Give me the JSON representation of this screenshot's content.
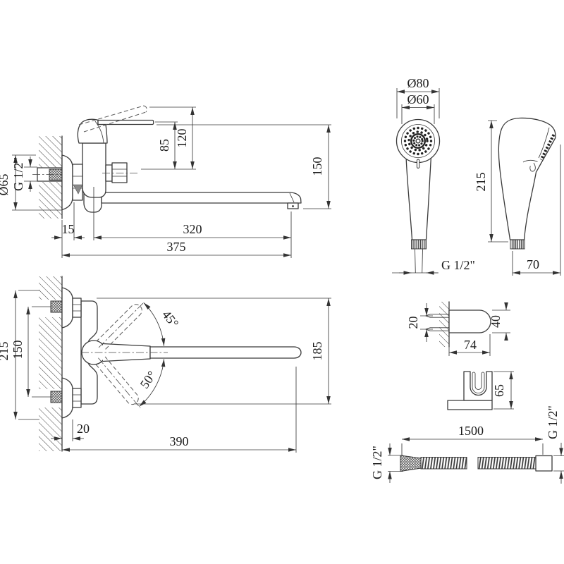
{
  "views": {
    "faucet_side": {
      "flange_dia": "Ø65",
      "wall_thread": "G 1/2\"",
      "handle_height": "85",
      "handle_up_height": "120",
      "drop_height": "150",
      "wall_offset": "15",
      "spout_reach": "320",
      "total_reach": "375"
    },
    "shower_front": {
      "outer_dia": "Ø80",
      "face_dia": "Ø60",
      "thread": "G 1/2\""
    },
    "shower_side": {
      "height": "215",
      "width": "70"
    },
    "faucet_top": {
      "overall_height": "215",
      "hole_spacing": "150",
      "swing_up_angle": "45°",
      "swing_down_angle": "50°",
      "body_extent": "185",
      "wall_offset": "20",
      "spout_reach": "390"
    },
    "bracket_side": {
      "screw_spacing": "20",
      "length": "74",
      "height": "40"
    },
    "bracket_front": {
      "height": "65"
    },
    "hose": {
      "length": "1500",
      "thread_left": "G 1/2\"",
      "thread_right": "G 1/2\""
    }
  }
}
